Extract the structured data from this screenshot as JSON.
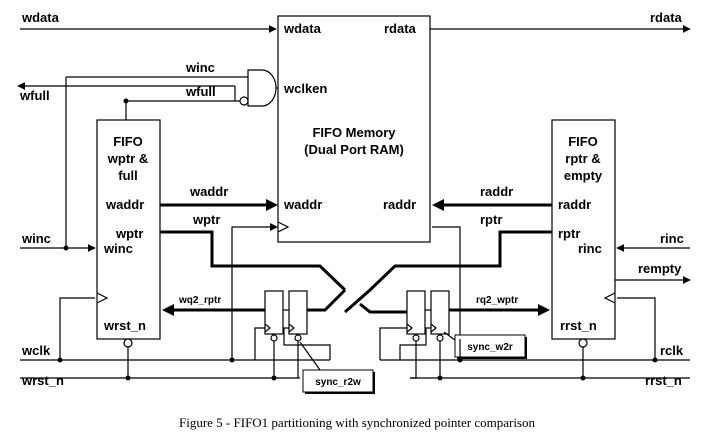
{
  "signals": {
    "wdata": "wdata",
    "rdata": "rdata",
    "winc": "winc",
    "wfull": "wfull",
    "wclk": "wclk",
    "wrst_n": "wrst_n",
    "rinc": "rinc",
    "rempty": "rempty",
    "rclk": "rclk",
    "rrst_n": "rrst_n",
    "wq2_rptr": "wq2_rptr",
    "rq2_wptr": "rq2_wptr"
  },
  "memory": {
    "title_line1": "FIFO Memory",
    "title_line2": "(Dual Port RAM)",
    "port_wdata": "wdata",
    "port_rdata": "rdata",
    "port_wclken": "wclken",
    "port_waddr": "waddr",
    "port_raddr": "raddr"
  },
  "write_block": {
    "title_line1": "FIFO",
    "title_line2": "wptr &",
    "title_line3": "full",
    "port_waddr": "waddr",
    "port_wptr": "wptr",
    "port_winc": "winc",
    "port_wrst_n": "wrst_n",
    "out_waddr": "waddr",
    "out_wptr": "wptr",
    "gate_winc": "winc",
    "gate_wfull": "wfull"
  },
  "read_block": {
    "title_line1": "FIFO",
    "title_line2": "rptr &",
    "title_line3": "empty",
    "port_raddr": "raddr",
    "port_rptr": "rptr",
    "port_rinc": "rinc",
    "port_rrst_n": "rrst_n",
    "out_raddr": "raddr",
    "out_rptr": "rptr"
  },
  "sync_labels": {
    "w2r": "sync_w2r",
    "r2w": "sync_r2w"
  },
  "caption": "Figure 5 - FIFO1 partitioning with synchronized pointer comparison"
}
